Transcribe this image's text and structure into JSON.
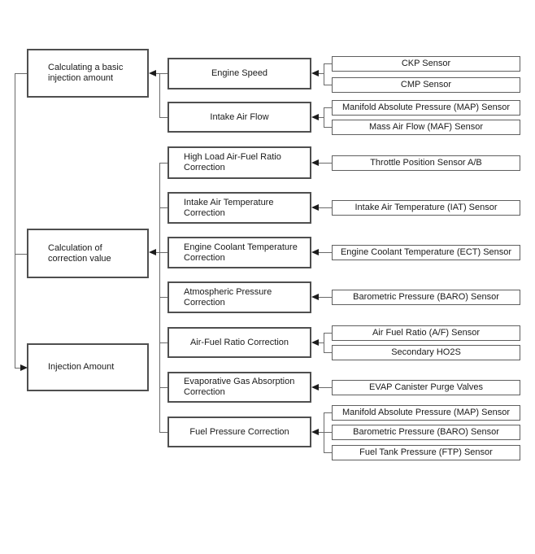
{
  "colors": {
    "background": "#ffffff",
    "box_border": "#4f4f4f",
    "sensor_border": "#5f5f5f",
    "connector": "#6a6a6a",
    "arrow": "#1c1c1c",
    "text": "#1a1a1a"
  },
  "diagram": {
    "left_column": [
      {
        "label": "Calculating a basic\ninjection amount"
      },
      {
        "label": "Calculation of\ncorrection value"
      },
      {
        "label": "Injection Amount",
        "inputs": [
          "Calculating a basic injection amount",
          "Calculation of correction value"
        ]
      }
    ],
    "middle_column": [
      {
        "label": "Engine Speed",
        "output_to": "Calculating a basic injection amount"
      },
      {
        "label": "Intake Air Flow",
        "output_to": "Calculating a basic injection amount"
      },
      {
        "label": "High Load Air-Fuel Ratio\nCorrection",
        "output_to": "Calculation of correction value"
      },
      {
        "label": "Intake Air Temperature\nCorrection",
        "output_to": "Calculation of correction value"
      },
      {
        "label": "Engine Coolant Temperature\nCorrection",
        "output_to": "Calculation of correction value"
      },
      {
        "label": "Atmospheric Pressure\nCorrection",
        "output_to": "Calculation of correction value"
      },
      {
        "label": "Air-Fuel Ratio Correction",
        "output_to": "Calculation of correction value"
      },
      {
        "label": "Evaporative Gas Absorption\nCorrection",
        "output_to": "Calculation of correction value"
      },
      {
        "label": "Fuel Pressure Correction",
        "output_to": "Calculation of correction value"
      }
    ],
    "sensor_column": [
      {
        "label": "CKP Sensor",
        "input_to": "Engine Speed"
      },
      {
        "label": "CMP Sensor",
        "input_to": "Engine Speed"
      },
      {
        "label": "Manifold Absolute Pressure (MAP) Sensor",
        "input_to": "Intake Air Flow"
      },
      {
        "label": "Mass Air Flow (MAF) Sensor",
        "input_to": "Intake Air Flow"
      },
      {
        "label": "Throttle Position Sensor A/B",
        "input_to": "High Load Air-Fuel Ratio Correction"
      },
      {
        "label": "Intake Air Temperature (IAT) Sensor",
        "input_to": "Intake Air Temperature Correction"
      },
      {
        "label": "Engine Coolant Temperature (ECT) Sensor",
        "input_to": "Engine Coolant Temperature Correction"
      },
      {
        "label": "Barometric Pressure (BARO) Sensor",
        "input_to": "Atmospheric Pressure Correction"
      },
      {
        "label": "Air Fuel Ratio (A/F) Sensor",
        "input_to": "Air-Fuel Ratio Correction"
      },
      {
        "label": "Secondary HO2S",
        "input_to": "Air-Fuel Ratio Correction"
      },
      {
        "label": "EVAP Canister Purge Valves",
        "input_to": "Evaporative Gas Absorption Correction"
      },
      {
        "label": "Manifold Absolute Pressure (MAP) Sensor",
        "input_to": "Fuel Pressure Correction"
      },
      {
        "label": "Barometric Pressure (BARO) Sensor",
        "input_to": "Fuel Pressure Correction"
      },
      {
        "label": "Fuel Tank Pressure (FTP) Sensor",
        "input_to": "Fuel Pressure Correction"
      }
    ]
  }
}
